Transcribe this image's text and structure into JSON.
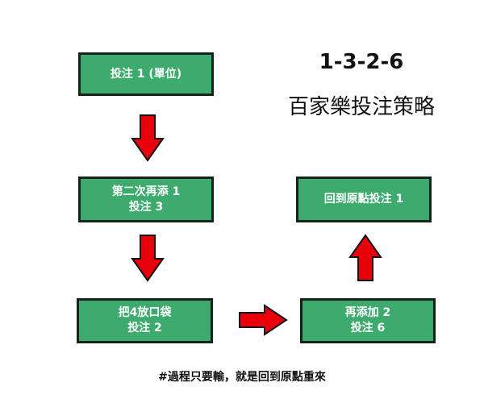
{
  "title": {
    "line1": "1-3-2-6",
    "line2": "百家樂投注策略"
  },
  "steps": [
    {
      "line1": "投注 1 (單位)",
      "line2": ""
    },
    {
      "line1": "第二次再添 1",
      "line2": "投注 3"
    },
    {
      "line1": "把4放口袋",
      "line2": "投注 2"
    },
    {
      "line1": "再添加 2",
      "line2": "投注 6"
    },
    {
      "line1": "回到原點投注 1",
      "line2": ""
    }
  ],
  "footer": "#過程只要輸，就是回到原點重來",
  "colors": {
    "box": "#3dab6e",
    "arrow": "#e8000b"
  }
}
